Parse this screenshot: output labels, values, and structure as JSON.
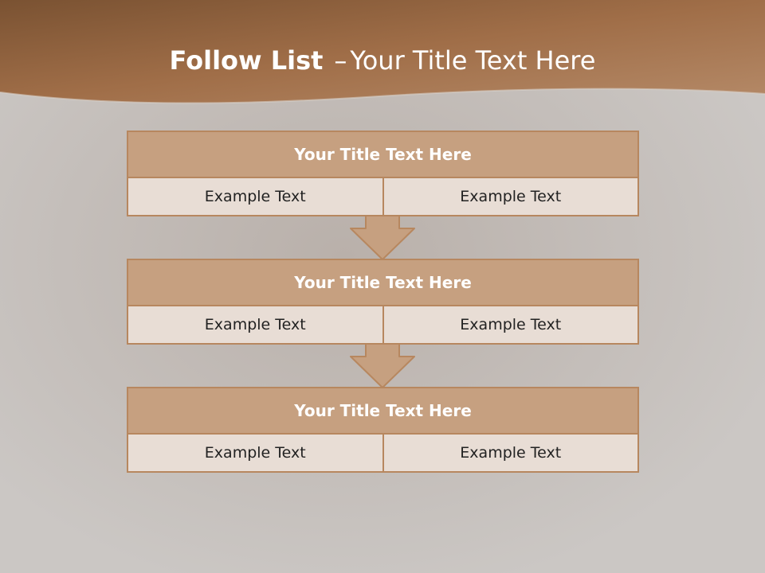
{
  "title": {
    "bold": "Follow List",
    "dash": "–",
    "rest": "Your Title Text Here"
  },
  "colors": {
    "header_band": "#9a6a45",
    "box_border": "#b7875f",
    "box_header": "#c6a080",
    "box_cell": "#e8ddd5",
    "background": "#c9c5c2"
  },
  "blocks": [
    {
      "title": "Your Title Text Here",
      "cells": [
        "Example Text",
        "Example Text"
      ]
    },
    {
      "title": "Your Title Text Here",
      "cells": [
        "Example Text",
        "Example Text"
      ]
    },
    {
      "title": "Your Title Text Here",
      "cells": [
        "Example Text",
        "Example Text"
      ]
    }
  ],
  "connectors": [
    "down-arrow",
    "down-arrow"
  ]
}
